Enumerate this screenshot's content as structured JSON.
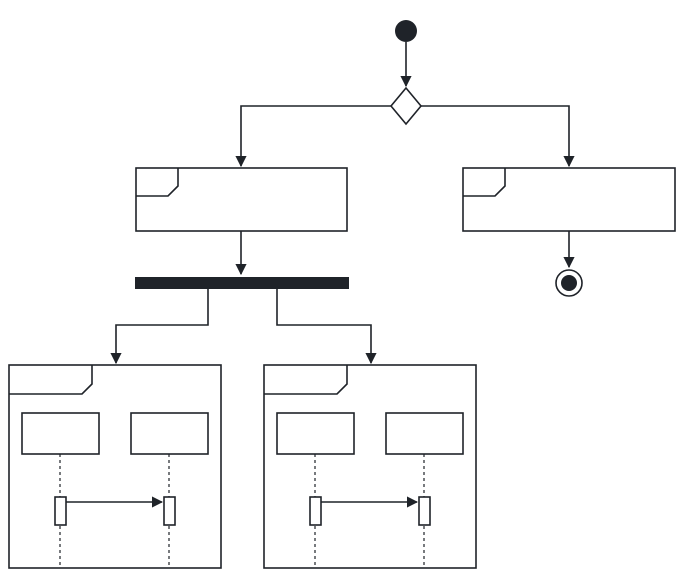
{
  "diagram": {
    "type": "uml-activity-overview",
    "colors": {
      "stroke": "#1f2329",
      "fill": "#ffffff",
      "fork_bar": "#1f2329"
    },
    "nodes": {
      "initial": {
        "kind": "initial-node",
        "label": ""
      },
      "decision": {
        "kind": "decision-node",
        "label": ""
      },
      "frame_left": {
        "kind": "frame",
        "label": ""
      },
      "frame_right": {
        "kind": "frame",
        "label": ""
      },
      "fork": {
        "kind": "fork-bar",
        "label": ""
      },
      "final": {
        "kind": "activity-final-node",
        "label": ""
      },
      "interaction_left": {
        "kind": "interaction-frame",
        "label": "",
        "lifelines": [
          {
            "label": ""
          },
          {
            "label": ""
          }
        ],
        "message": {
          "label": ""
        }
      },
      "interaction_right": {
        "kind": "interaction-frame",
        "label": "",
        "lifelines": [
          {
            "label": ""
          },
          {
            "label": ""
          }
        ],
        "message": {
          "label": ""
        }
      }
    }
  }
}
